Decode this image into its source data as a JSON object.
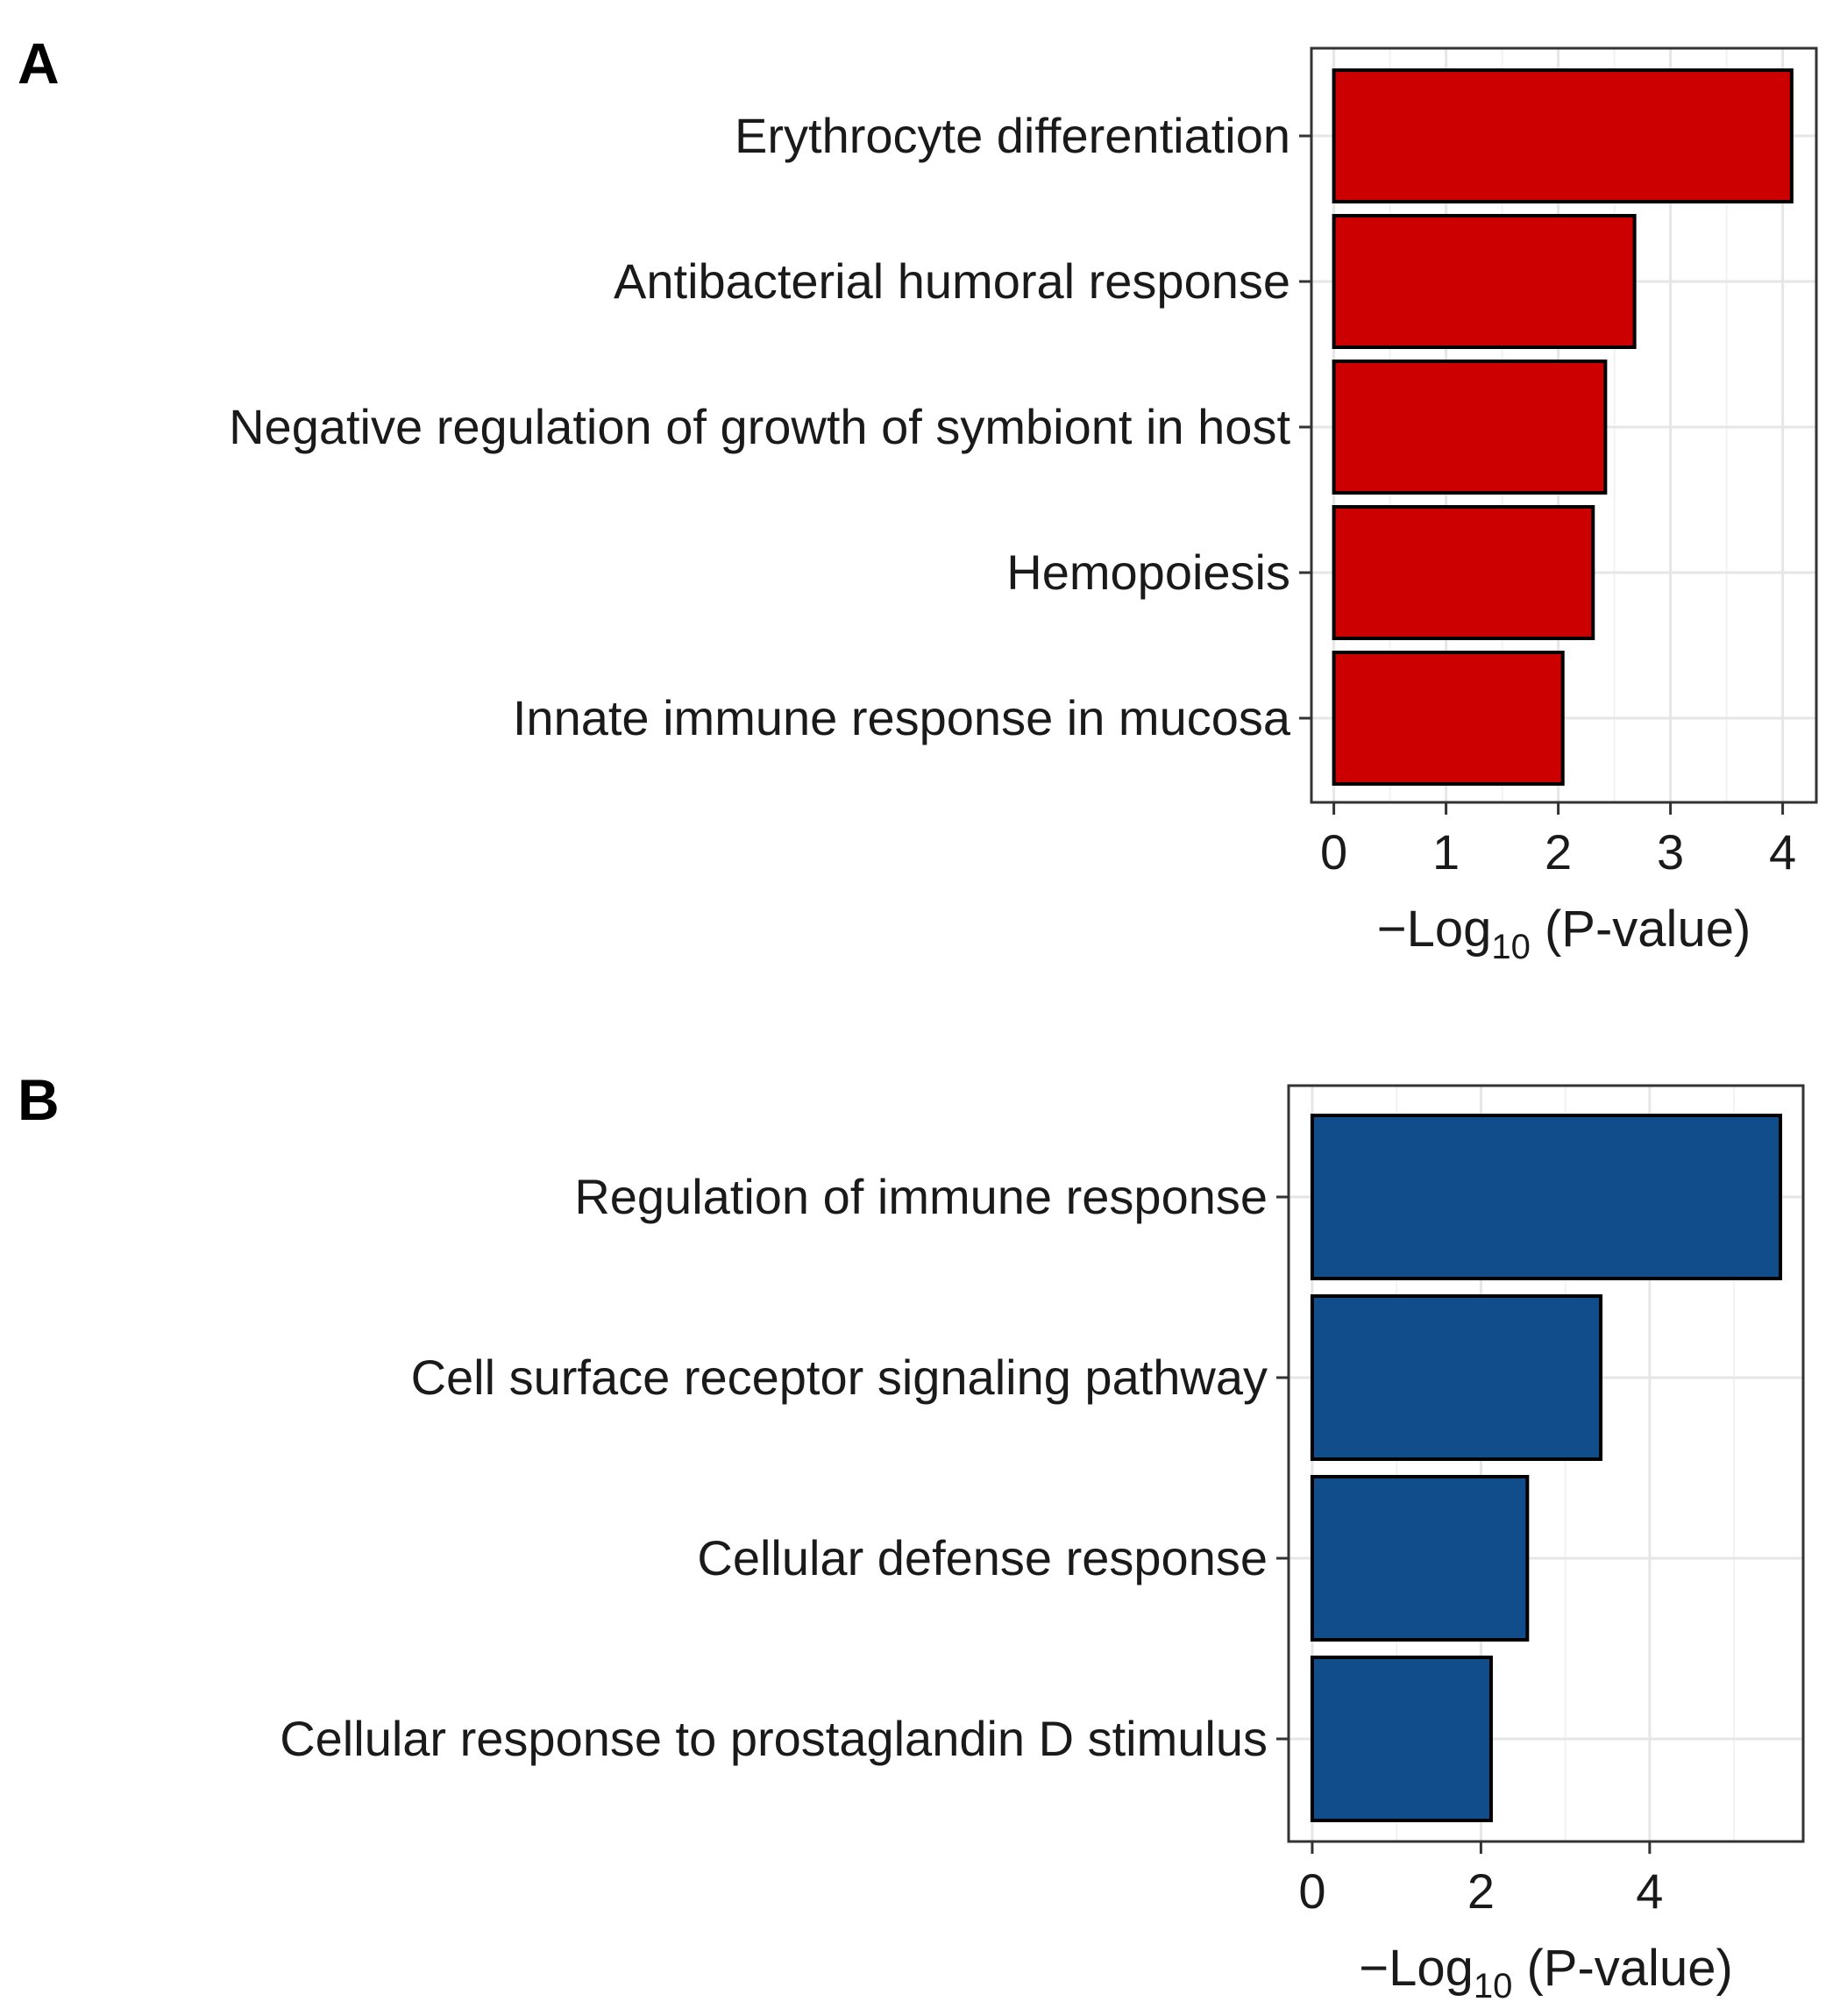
{
  "chart_data": [
    {
      "panel": "A",
      "type": "bar",
      "orientation": "horizontal",
      "categories": [
        "Erythrocyte differentiation",
        "Antibacterial humoral response",
        "Negative regulation of growth of symbiont in host",
        "Hemopoiesis",
        "Innate immune response in mucosa"
      ],
      "values": [
        4.08,
        2.68,
        2.42,
        2.31,
        2.04
      ],
      "xlabel": "−Log10 (P-value)",
      "xlabel_prefix": "−Log",
      "xlabel_subscript": "10",
      "xlabel_suffix": " (P-value)",
      "xlim": [
        -0.2,
        4.3
      ],
      "xticks": [
        0,
        1,
        2,
        3,
        4
      ],
      "grid": true,
      "bar_color": "#cc0000"
    },
    {
      "panel": "B",
      "type": "bar",
      "orientation": "horizontal",
      "categories": [
        "Regulation of immune response",
        "Cell surface receptor signaling pathway",
        "Cellular defense response",
        "Cellular response to prostaglandin D stimulus"
      ],
      "values": [
        5.55,
        3.42,
        2.55,
        2.12
      ],
      "xlabel": "−Log10 (P-value)",
      "xlabel_prefix": "−Log",
      "xlabel_subscript": "10",
      "xlabel_suffix": " (P-value)",
      "xlim": [
        -0.28,
        5.82
      ],
      "xticks": [
        0,
        2,
        4
      ],
      "grid": true,
      "bar_color": "#114d8b"
    }
  ]
}
